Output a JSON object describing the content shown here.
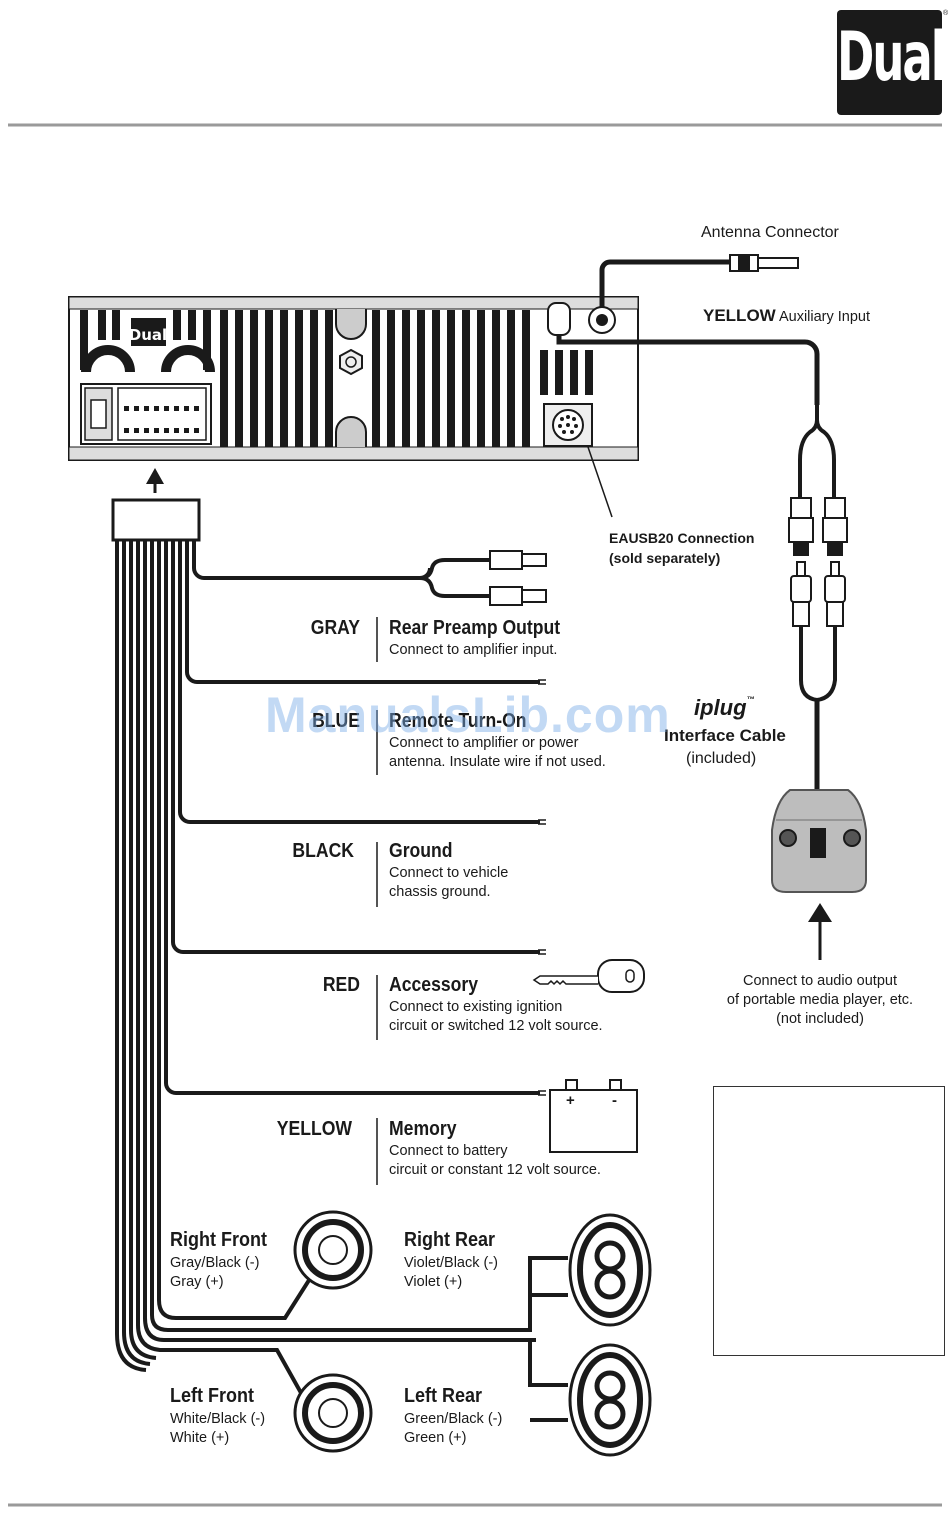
{
  "brand": {
    "logo_text": "Dual",
    "registered_mark": "®"
  },
  "antenna": {
    "label": "Antenna Connector"
  },
  "aux_input": {
    "color": "YELLOW",
    "label": "Auxiliary Input"
  },
  "eausb": {
    "label": "EAUSB20 Connection\n(sold separately)"
  },
  "iplug": {
    "logo": "iplug",
    "tm": "™",
    "cable_label": "Interface Cable",
    "included": "(included)",
    "connect_text": "Connect to audio output\nof portable media player, etc.\n(not included)"
  },
  "wires": [
    {
      "color": "GRAY",
      "title": "Rear Preamp Output",
      "body": "Connect to amplifier input."
    },
    {
      "color": "BLUE",
      "title": "Remote Turn-On",
      "body": "Connect to amplifier or power\nantenna. Insulate wire if not used."
    },
    {
      "color": "BLACK",
      "title": "Ground",
      "body": "Connect to vehicle\nchassis ground."
    },
    {
      "color": "RED",
      "title": "Accessory",
      "body": "Connect to existing ignition\ncircuit or switched 12 volt source."
    },
    {
      "color": "YELLOW",
      "title": "Memory",
      "body": "Connect to battery\ncircuit or constant 12 volt source."
    }
  ],
  "battery": {
    "plus": "+",
    "minus": "-"
  },
  "speakers": [
    {
      "name": "Right Front",
      "wires": "Gray/Black (-)\nGray (+)"
    },
    {
      "name": "Right Rear",
      "wires": "Violet/Black (-)\nViolet (+)"
    },
    {
      "name": "Left Front",
      "wires": "White/Black (-)\nWhite (+)"
    },
    {
      "name": "Left Rear",
      "wires": "Green/Black (-)\nGreen (+)"
    }
  ],
  "watermark": "ManualsLib.com",
  "colors": {
    "line": "#1a1a1a",
    "rule": "#9a9a9a",
    "watermark": "#78aae6"
  }
}
